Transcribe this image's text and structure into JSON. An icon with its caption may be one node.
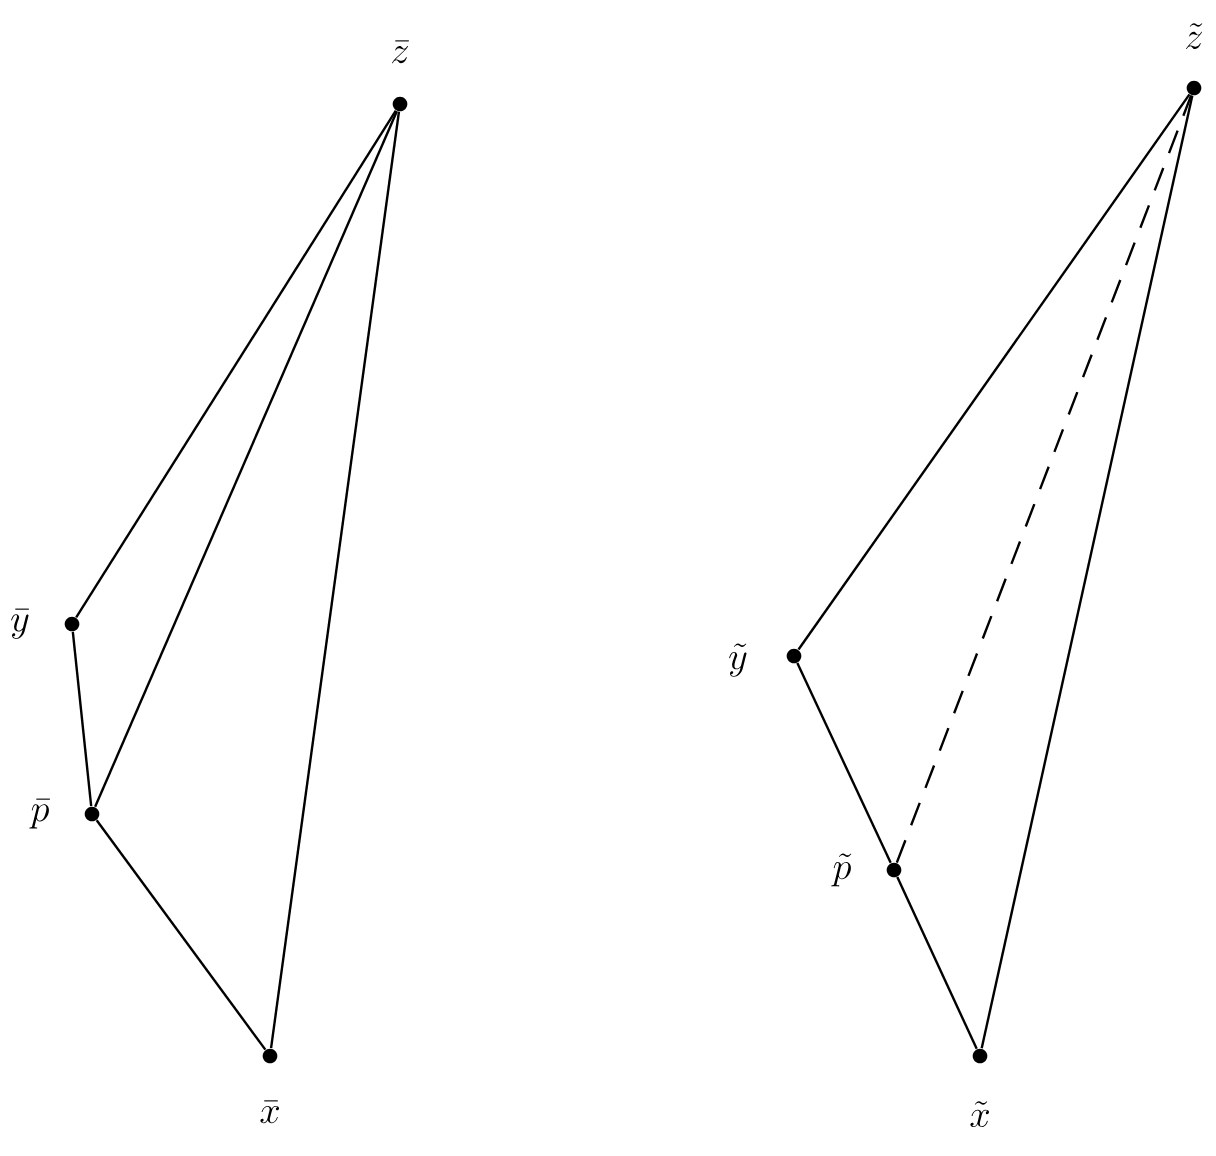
{
  "diagram": {
    "nodes": [
      {
        "text": [
          "\\bar{z}"
        ]
      },
      {
        "text": [
          "\\bar{y}"
        ]
      },
      {
        "text": [
          "\\bar{p}"
        ]
      },
      {
        "text": [
          "\\bar{x}"
        ]
      },
      {
        "text": [
          "\\tilde{z}"
        ]
      },
      {
        "text": [
          "\\tilde{y}"
        ]
      },
      {
        "text": [
          "\\tilde{p}"
        ]
      },
      {
        "text": [
          "\\tilde{x}"
        ]
      }
    ],
    "edges": [
      {
        "from": 0,
        "to": 1,
        "arrow": "none"
      },
      {
        "from": 1,
        "to": 2,
        "arrow": "none"
      },
      {
        "from": 2,
        "to": 3,
        "arrow": "none"
      },
      {
        "from": 3,
        "to": 0,
        "arrow": "none"
      },
      {
        "from": 2,
        "to": 0,
        "arrow": "none"
      },
      {
        "from": 4,
        "to": 5,
        "arrow": "none"
      },
      {
        "from": 5,
        "to": 6,
        "arrow": "none"
      },
      {
        "from": 6,
        "to": 7,
        "arrow": "none"
      },
      {
        "from": 7,
        "to": 4,
        "arrow": "none"
      },
      {
        "from": 6,
        "to": 4,
        "arrow": "none",
        "style": "dashed"
      }
    ]
  }
}
